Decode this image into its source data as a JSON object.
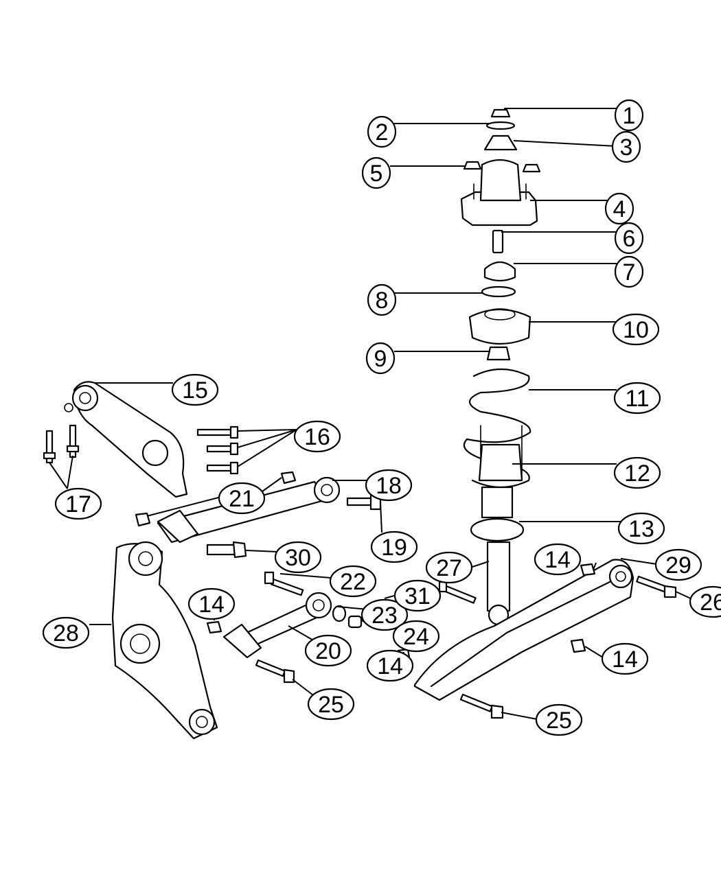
{
  "callouts": [
    {
      "id": "c1",
      "label": "1"
    },
    {
      "id": "c2",
      "label": "2"
    },
    {
      "id": "c3",
      "label": "3"
    },
    {
      "id": "c4",
      "label": "4"
    },
    {
      "id": "c5",
      "label": "5"
    },
    {
      "id": "c6",
      "label": "6"
    },
    {
      "id": "c7",
      "label": "7"
    },
    {
      "id": "c8",
      "label": "8"
    },
    {
      "id": "c9",
      "label": "9"
    },
    {
      "id": "c10",
      "label": "10"
    },
    {
      "id": "c11",
      "label": "11"
    },
    {
      "id": "c12",
      "label": "12"
    },
    {
      "id": "c13",
      "label": "13"
    },
    {
      "id": "c14a",
      "label": "14"
    },
    {
      "id": "c14b",
      "label": "14"
    },
    {
      "id": "c14c",
      "label": "14"
    },
    {
      "id": "c14d",
      "label": "14"
    },
    {
      "id": "c15",
      "label": "15"
    },
    {
      "id": "c16",
      "label": "16"
    },
    {
      "id": "c17",
      "label": "17"
    },
    {
      "id": "c18",
      "label": "18"
    },
    {
      "id": "c19",
      "label": "19"
    },
    {
      "id": "c20",
      "label": "20"
    },
    {
      "id": "c21",
      "label": "21"
    },
    {
      "id": "c22",
      "label": "22"
    },
    {
      "id": "c23",
      "label": "23"
    },
    {
      "id": "c24",
      "label": "24"
    },
    {
      "id": "c25a",
      "label": "25"
    },
    {
      "id": "c25b",
      "label": "25"
    },
    {
      "id": "c26",
      "label": "26"
    },
    {
      "id": "c27",
      "label": "27"
    },
    {
      "id": "c28",
      "label": "28"
    },
    {
      "id": "c29",
      "label": "29"
    },
    {
      "id": "c30",
      "label": "30"
    },
    {
      "id": "c31",
      "label": "31"
    }
  ]
}
